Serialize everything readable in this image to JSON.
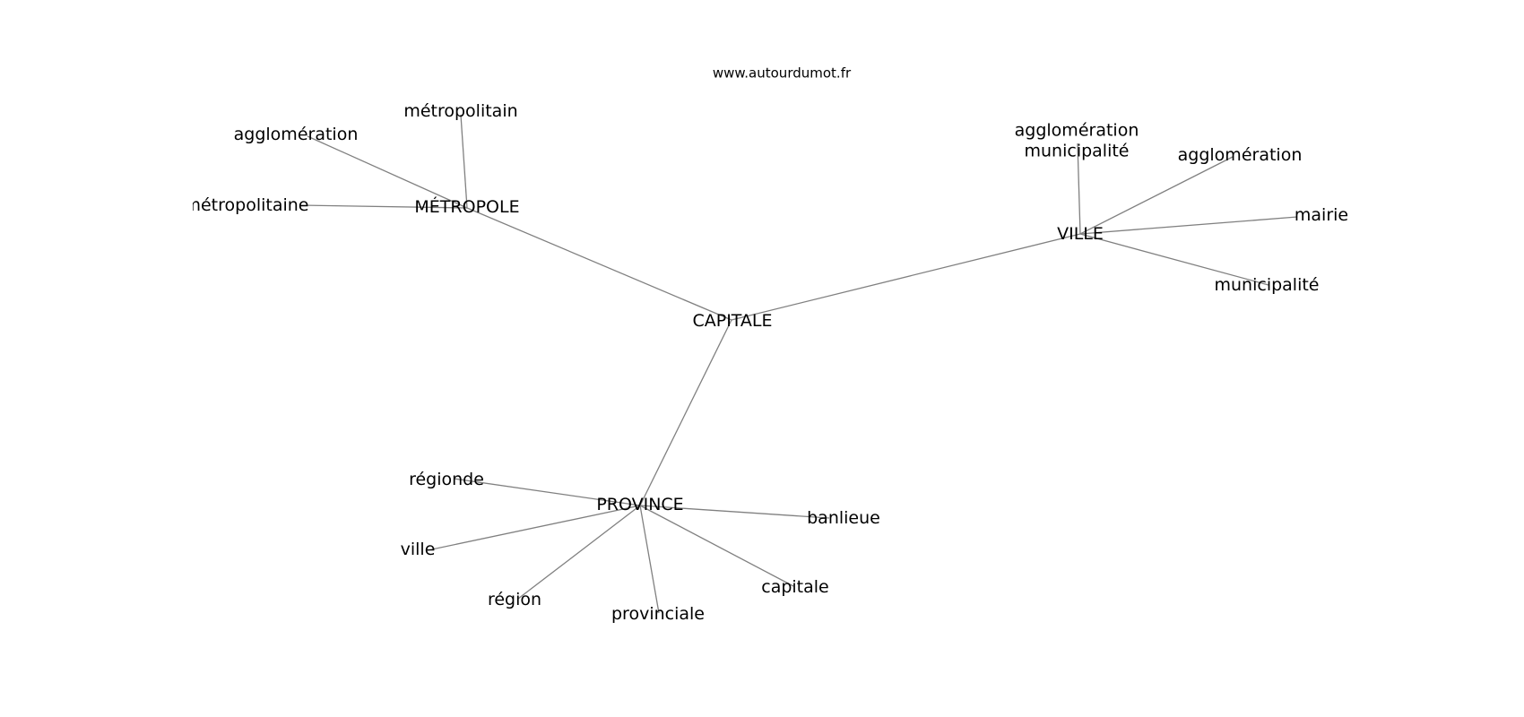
{
  "site": "www.autourdumot.fr",
  "colors": {
    "edge": "#808080",
    "text": "#000000",
    "background": "#ffffff"
  },
  "nodes": [
    {
      "id": "capitale_hub",
      "lines": [
        "CAPITALE"
      ]
    },
    {
      "id": "metropole",
      "lines": [
        "MÉTROPOLE"
      ]
    },
    {
      "id": "ville_hub",
      "lines": [
        "VILLE"
      ]
    },
    {
      "id": "province",
      "lines": [
        "PROVINCE"
      ]
    },
    {
      "id": "metropolitain",
      "lines": [
        "métropolitain"
      ]
    },
    {
      "id": "agglomeration_m",
      "lines": [
        "agglomération"
      ]
    },
    {
      "id": "metropolitaine",
      "lines": [
        "métropolitaine"
      ]
    },
    {
      "id": "aggl_munic",
      "lines": [
        "agglomération",
        "municipalité"
      ]
    },
    {
      "id": "agglomeration_v",
      "lines": [
        "agglomération"
      ]
    },
    {
      "id": "mairie",
      "lines": [
        "mairie"
      ]
    },
    {
      "id": "municipalite",
      "lines": [
        "municipalité"
      ]
    },
    {
      "id": "regionde",
      "lines": [
        "régionde"
      ]
    },
    {
      "id": "ville_leaf",
      "lines": [
        "ville"
      ]
    },
    {
      "id": "region",
      "lines": [
        "région"
      ]
    },
    {
      "id": "provinciale",
      "lines": [
        "provinciale"
      ]
    },
    {
      "id": "capitale_leaf",
      "lines": [
        "capitale"
      ]
    },
    {
      "id": "banlieue",
      "lines": [
        "banlieue"
      ]
    }
  ],
  "edges": [
    [
      "capitale_hub",
      "metropole"
    ],
    [
      "capitale_hub",
      "ville_hub"
    ],
    [
      "capitale_hub",
      "province"
    ],
    [
      "metropole",
      "metropolitain"
    ],
    [
      "metropole",
      "agglomeration_m"
    ],
    [
      "metropole",
      "metropolitaine"
    ],
    [
      "ville_hub",
      "aggl_munic"
    ],
    [
      "ville_hub",
      "agglomeration_v"
    ],
    [
      "ville_hub",
      "mairie"
    ],
    [
      "ville_hub",
      "municipalite"
    ],
    [
      "province",
      "regionde"
    ],
    [
      "province",
      "ville_leaf"
    ],
    [
      "province",
      "region"
    ],
    [
      "province",
      "provinciale"
    ],
    [
      "province",
      "capitale_leaf"
    ],
    [
      "province",
      "banlieue"
    ]
  ]
}
